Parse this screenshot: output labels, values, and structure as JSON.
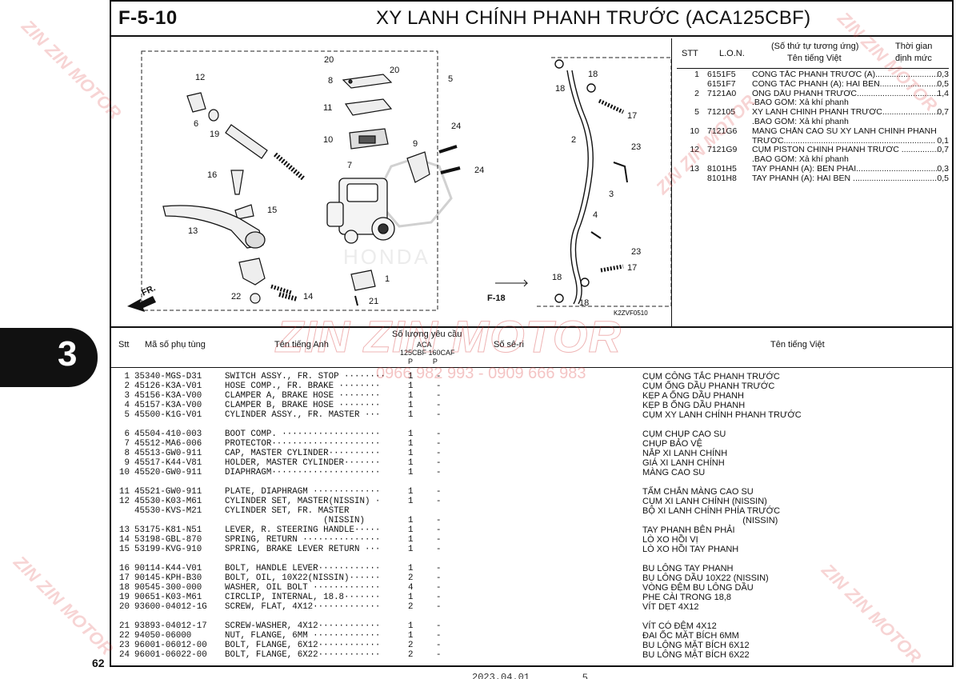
{
  "header": {
    "code": "F-5-10",
    "title": "XY LANH CHÍNH PHANH TRƯỚC (ACA125CBF)"
  },
  "section_tab": "3",
  "page_number": "62",
  "footer": {
    "date": "2023.04.01",
    "rev": "5"
  },
  "watermark": {
    "brand": "ZIN ZIN MOTOR",
    "phone": "0966 982 993 - 0909 666 983"
  },
  "diagram": {
    "callouts": [
      "1",
      "2",
      "3",
      "4",
      "5",
      "6",
      "7",
      "8",
      "9",
      "10",
      "11",
      "12",
      "13",
      "14",
      "15",
      "16",
      "17",
      "18",
      "19",
      "20",
      "21",
      "22",
      "23",
      "24"
    ],
    "fr_label": "FR.",
    "ref_label": "F-18",
    "drawing_code": "K2ZVF0510",
    "brand_mark": "HONDA"
  },
  "spec_table": {
    "headers": {
      "stt": "STT",
      "lon": "L.O.N.",
      "name_line1": "(Số thứ tự tương ứng)",
      "name_line2": "Tên tiếng Việt",
      "time_line1": "Thời gian",
      "time_line2": "định mức"
    },
    "rows": [
      {
        "stt": "1",
        "lon": "6151F5",
        "name": "CÔNG TẮC PHANH TRƯỚC (A)...............................",
        "time": "0,3"
      },
      {
        "stt": "",
        "lon": "6151F7",
        "name": "CÔNG TẮC PHANH (A): HAI BÊN...............................",
        "time": "0,5"
      },
      {
        "stt": "2",
        "lon": "7121A0",
        "name": "ỐNG DẦU PHANH TRƯỚC...............................................",
        "time": "1,4"
      },
      {
        "stt": "",
        "lon": "",
        "name": ".BAO GỒM: Xả khí phanh",
        "time": ""
      },
      {
        "stt": "5",
        "lon": "712105",
        "name": "XY LANH CHÍNH PHANH TRƯỚC.........................",
        "time": "0,7"
      },
      {
        "stt": "",
        "lon": "",
        "name": ".BAO GỒM: Xả khí phanh",
        "time": ""
      },
      {
        "stt": "10",
        "lon": "7121G6",
        "name": "MÀNG CHẮN CAO SU XY LANH CHÍNH PHANH",
        "time": ""
      },
      {
        "stt": "",
        "lon": "",
        "name": "TRƯỚC.................................................................",
        "time": "0,1"
      },
      {
        "stt": "12",
        "lon": "7121G9",
        "name": "CỤM PISTON CHÍNH PHANH TRƯỚC .....................",
        "time": "0,7"
      },
      {
        "stt": "",
        "lon": "",
        "name": ".BAO GỒM: Xả khí phanh",
        "time": ""
      },
      {
        "stt": "13",
        "lon": "8101H5",
        "name": "TAY PHANH (A): BÊN PHẢI........................................",
        "time": "0,3"
      },
      {
        "stt": "",
        "lon": "8101H8",
        "name": "TAY PHANH (A): HAI BÊN ..........................................",
        "time": "0,5"
      }
    ]
  },
  "parts_header": {
    "stt": "Stt",
    "part_no": "Mã số phụ tùng",
    "english": "Tên tiếng Anh",
    "qty": "Số lượng yêu cầu",
    "qty_sub1": "ACA",
    "qty_sub2": "125CBF  160CAF",
    "qty_sub3": "P          P",
    "serial": "Số sê-ri",
    "vietnamese": "Tên tiếng Việt"
  },
  "parts": [
    {
      "stt": "1",
      "part": "35340-MGS-D31",
      "eng": "SWITCH ASSY., FR. STOP ········",
      "q1": "1",
      "q2": "-",
      "vn": "CỤM CÔNG TẮC PHANH TRƯỚC"
    },
    {
      "stt": "2",
      "part": "45126-K3A-V01",
      "eng": "HOSE COMP., FR. BRAKE ········",
      "q1": "1",
      "q2": "-",
      "vn": "CỤM ỐNG DẦU PHANH TRƯỚC"
    },
    {
      "stt": "3",
      "part": "45156-K3A-V00",
      "eng": "CLAMPER A, BRAKE HOSE ········",
      "q1": "1",
      "q2": "-",
      "vn": "KẸP A ỐNG DẦU PHANH"
    },
    {
      "stt": "4",
      "part": "45157-K3A-V00",
      "eng": "CLAMPER B, BRAKE HOSE ········",
      "q1": "1",
      "q2": "-",
      "vn": "KẸP B ỐNG DẦU PHANH"
    },
    {
      "stt": "5",
      "part": "45500-K1G-V01",
      "eng": "CYLINDER ASSY., FR. MASTER ···",
      "q1": "1",
      "q2": "-",
      "vn": "CỤM XY LANH CHÍNH PHANH TRƯỚC"
    },
    {
      "gap": true
    },
    {
      "stt": "6",
      "part": "45504-410-003",
      "eng": "BOOT COMP. ···················",
      "q1": "1",
      "q2": "-",
      "vn": "CỤM CHỤP CAO SU"
    },
    {
      "stt": "7",
      "part": "45512-MA6-006",
      "eng": "PROTECTOR·····················",
      "q1": "1",
      "q2": "-",
      "vn": "CHỤP BẢO VỆ"
    },
    {
      "stt": "8",
      "part": "45513-GW0-911",
      "eng": "CAP, MASTER CYLINDER··········",
      "q1": "1",
      "q2": "-",
      "vn": "NẮP XI LANH CHÍNH"
    },
    {
      "stt": "9",
      "part": "45517-K44-V81",
      "eng": "HOLDER, MASTER CYLINDER·······",
      "q1": "1",
      "q2": "-",
      "vn": "GIÁ XI LANH CHÍNH"
    },
    {
      "stt": "10",
      "part": "45520-GW0-911",
      "eng": "DIAPHRAGM·····················",
      "q1": "1",
      "q2": "-",
      "vn": "MÀNG CAO SU"
    },
    {
      "gap": true
    },
    {
      "stt": "11",
      "part": "45521-GW0-911",
      "eng": "PLATE, DIAPHRAGM ·············",
      "q1": "1",
      "q2": "-",
      "vn": "TẤM CHẮN MÀNG CAO SU"
    },
    {
      "stt": "12",
      "part": "45530-K03-M61",
      "eng": "CYLINDER SET, MASTER(NISSIN) ·",
      "q1": "1",
      "q2": "-",
      "vn": "CỤM XI LANH CHÍNH (NISSIN)"
    },
    {
      "stt": "",
      "part": "45530-KVS-M21",
      "eng": "CYLINDER SET, FR. MASTER",
      "q1": "",
      "q2": "",
      "vn": "BỘ XI LANH CHÍNH PHÍA TRƯỚC"
    },
    {
      "stt": "",
      "part": "",
      "eng": "                   (NISSIN)",
      "q1": "1",
      "q2": "-",
      "vn": "                                         (NISSIN)"
    },
    {
      "stt": "13",
      "part": "53175-K81-N51",
      "eng": "LEVER, R. STEERING HANDLE·····",
      "q1": "1",
      "q2": "-",
      "vn": "TAY PHANH BÊN PHẢI"
    },
    {
      "stt": "14",
      "part": "53198-GBL-870",
      "eng": "SPRING, RETURN ···············",
      "q1": "1",
      "q2": "-",
      "vn": "LÒ XO HỒI VỊ"
    },
    {
      "stt": "15",
      "part": "53199-KVG-910",
      "eng": "SPRING, BRAKE LEVER RETURN ···",
      "q1": "1",
      "q2": "-",
      "vn": "LÒ XO HỒI TAY PHANH"
    },
    {
      "gap": true
    },
    {
      "stt": "16",
      "part": "90114-K44-V01",
      "eng": "BOLT, HANDLE LEVER············",
      "q1": "1",
      "q2": "-",
      "vn": "BU LÔNG TAY PHANH"
    },
    {
      "stt": "17",
      "part": "90145-KPH-B30",
      "eng": "BOLT, OIL, 10X22(NISSIN)······",
      "q1": "2",
      "q2": "-",
      "vn": "BU LÔNG DẦU 10X22 (NISSIN)"
    },
    {
      "stt": "18",
      "part": "90545-300-000",
      "eng": "WASHER, OIL BOLT ·············",
      "q1": "4",
      "q2": "-",
      "vn": "VÒNG ĐỆM BU LÔNG DẦU"
    },
    {
      "stt": "19",
      "part": "90651-K03-M61",
      "eng": "CIRCLIP, INTERNAL, 18.8·······",
      "q1": "1",
      "q2": "-",
      "vn": "PHE CÀI TRONG 18,8"
    },
    {
      "stt": "20",
      "part": "93600-04012-1G",
      "eng": "SCREW, FLAT, 4X12·············",
      "q1": "2",
      "q2": "-",
      "vn": "VÍT DẸT 4X12"
    },
    {
      "gap": true
    },
    {
      "stt": "21",
      "part": "93893-04012-17",
      "eng": "SCREW-WASHER, 4X12············",
      "q1": "1",
      "q2": "-",
      "vn": "VÍT CÓ ĐỆM 4X12"
    },
    {
      "stt": "22",
      "part": "94050-06000",
      "eng": "NUT, FLANGE, 6MM ·············",
      "q1": "1",
      "q2": "-",
      "vn": "ĐAI ỐC MẶT BÍCH 6MM"
    },
    {
      "stt": "23",
      "part": "96001-06012-00",
      "eng": "BOLT, FLANGE, 6X12············",
      "q1": "2",
      "q2": "-",
      "vn": "BU LÔNG MẶT BÍCH 6X12"
    },
    {
      "stt": "24",
      "part": "96001-06022-00",
      "eng": "BOLT, FLANGE, 6X22············",
      "q1": "2",
      "q2": "-",
      "vn": "BU LÔNG MẶT BÍCH 6X22"
    }
  ]
}
